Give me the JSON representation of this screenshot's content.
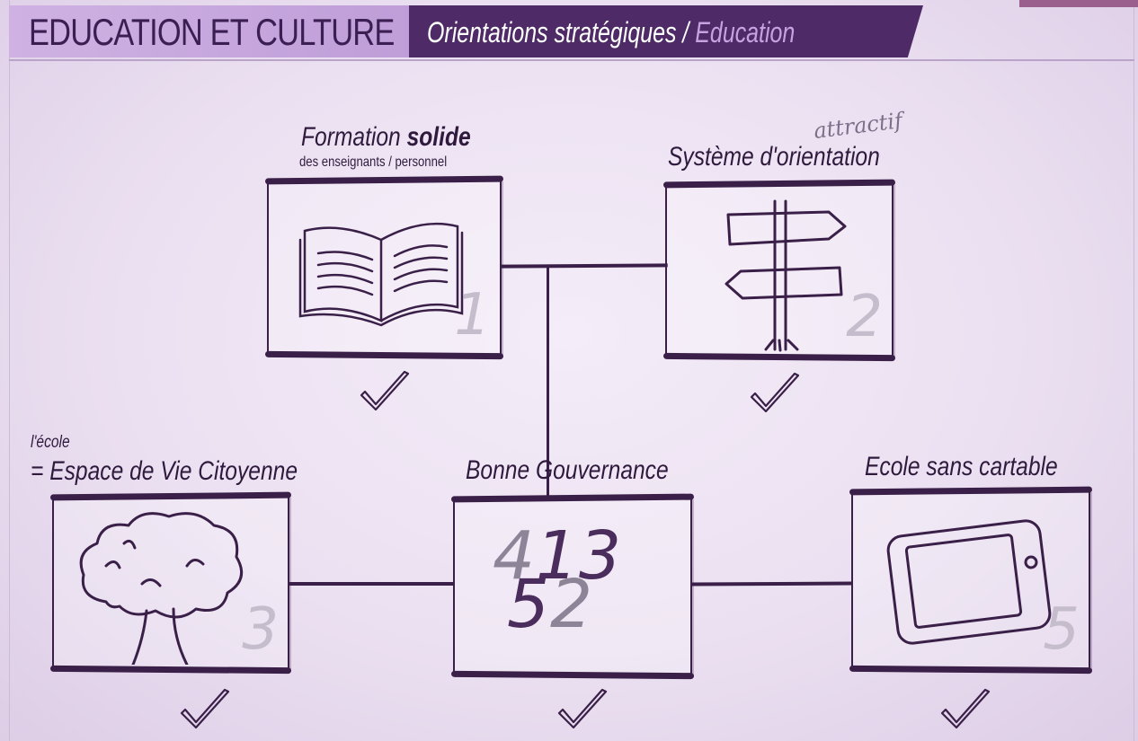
{
  "header": {
    "left_title": "EDUCATION ET CULTURE",
    "right_title_prefix": "Orientations stratégiques / ",
    "right_title_highlight": "Education"
  },
  "items": [
    {
      "title_prefix": "Formation ",
      "title_bold": "solide",
      "subtitle": "des enseignants / personnel",
      "icon": "open-book-icon",
      "number": "1",
      "checked": true
    },
    {
      "annotation": "attractif",
      "title": "Système d'orientation",
      "icon": "signpost-icon",
      "number": "2",
      "checked": true
    },
    {
      "pre_label": "l'école",
      "title": "= Espace de Vie Citoyenne",
      "icon": "tree-icon",
      "number": "3",
      "checked": true
    },
    {
      "title": "Bonne Gouvernance",
      "icon": "numbers-scribble-icon",
      "scribble_text": [
        "4",
        "1",
        "3",
        "5",
        "2"
      ],
      "checked": true
    },
    {
      "title": "Ecole sans cartable",
      "icon": "tablet-icon",
      "number": "5",
      "checked": true
    }
  ],
  "colors": {
    "dark_purple": "#3a2048",
    "header_dark": "#4e2a66",
    "header_light": "#cfb2e3",
    "highlight": "#c7a2e2"
  }
}
